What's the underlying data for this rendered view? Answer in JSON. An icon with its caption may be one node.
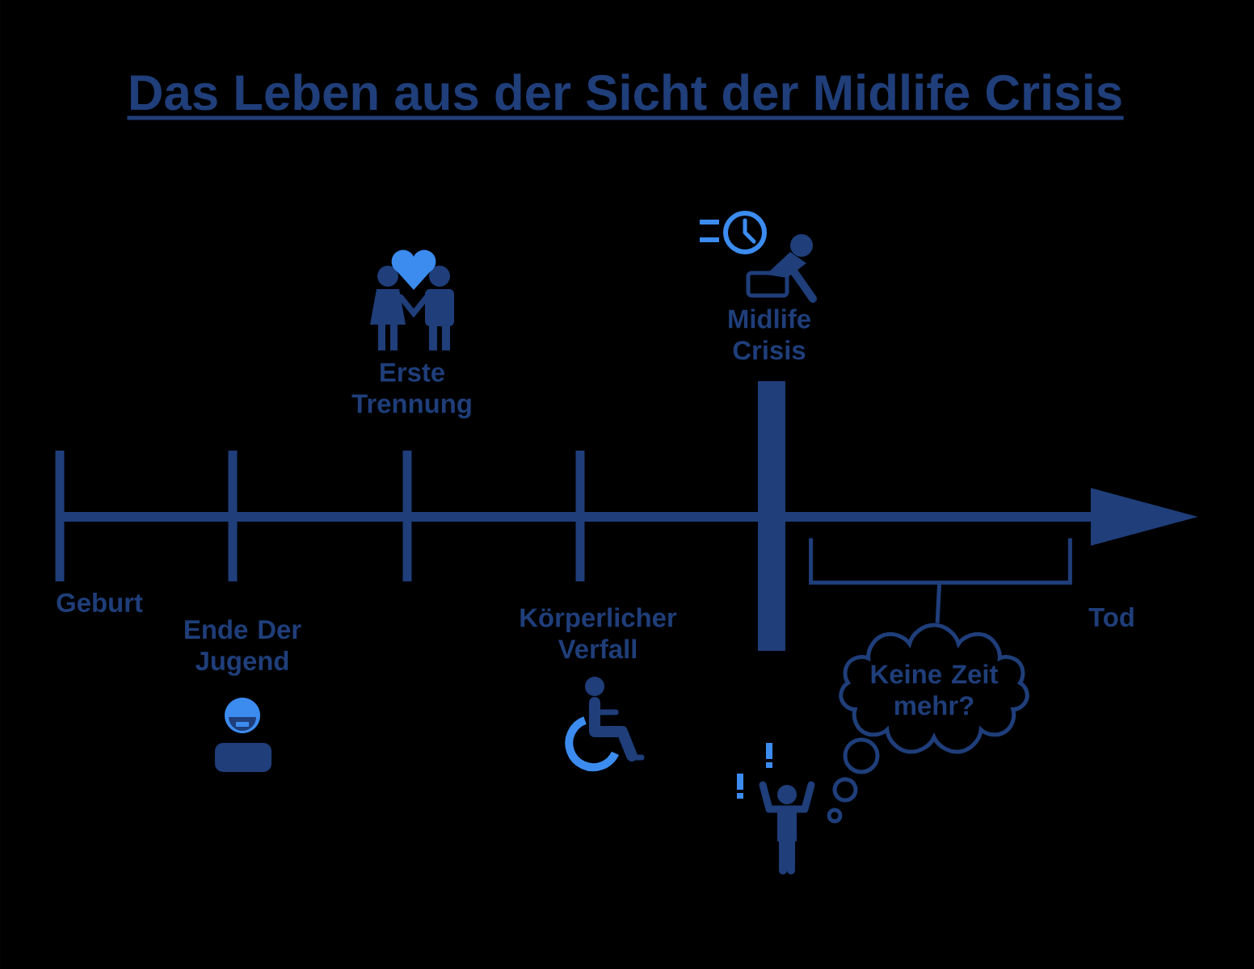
{
  "diagram": {
    "title": "Das Leben aus der Sicht der Midlife Crisis",
    "nodes": [
      {
        "text": [
          "Keine Zeit mehr?"
        ]
      },
      {
        "text": [],
        "shape": "bracket"
      }
    ],
    "edges": [
      {
        "from": 0,
        "to": 1,
        "arrow": "none"
      }
    ],
    "labels": [
      "Geburt",
      "Ende Der Jugend",
      "Erste Trennung",
      "Körperlicher Verfall",
      "Midlife Crisis",
      "Tod"
    ]
  }
}
